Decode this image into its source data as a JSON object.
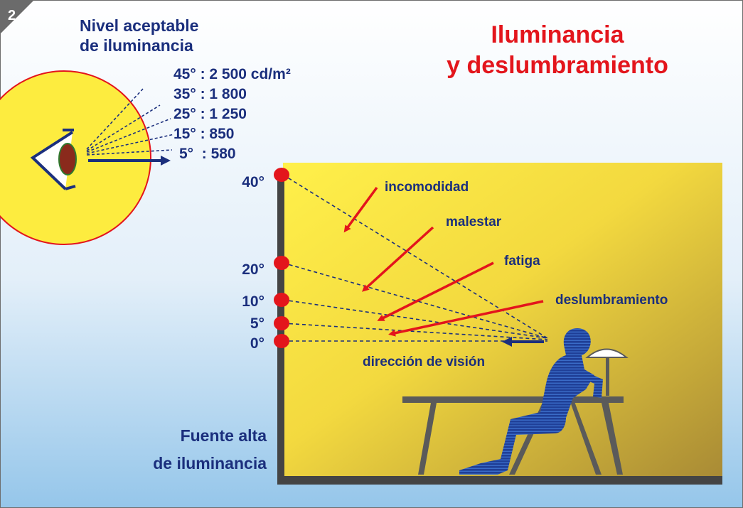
{
  "badge": "2",
  "title": {
    "line1": "Iluminancia",
    "line2": "y deslumbramiento"
  },
  "eye_panel": {
    "heading1": "Nivel aceptable",
    "heading2": "de iluminancia",
    "levels": [
      "45° : 2 500 cd/m²",
      "35° : 1 800",
      "25° : 1 250",
      "15° : 850",
      "5°  : 580"
    ]
  },
  "angles": [
    "40°",
    "20°",
    "10°",
    "5°",
    "0°"
  ],
  "effects": {
    "incomodidad": "incomodidad",
    "malestar": "malestar",
    "fatiga": "fatiga",
    "deslumbramiento": "deslumbramiento"
  },
  "view_direction": "dirección de visión",
  "source_label": {
    "line1": "Fuente alta",
    "line2": "de iluminancia"
  },
  "colors": {
    "navy": "#1b2f7d",
    "red": "#e3151c",
    "yellow": "#fdec3f",
    "room_dark": "#c9a43a",
    "sky_top": "#ffffff",
    "sky_bottom": "#95c6ea"
  }
}
